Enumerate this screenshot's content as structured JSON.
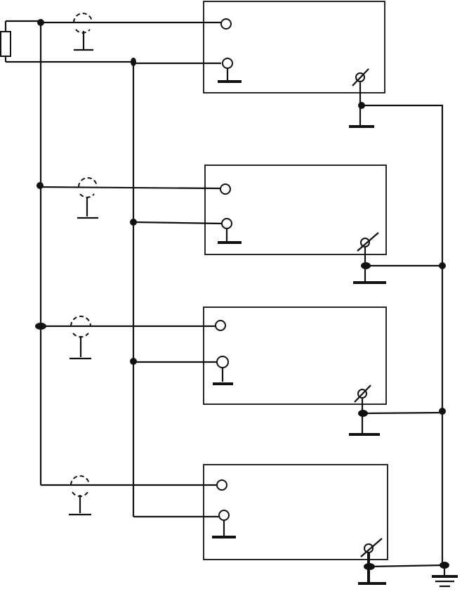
{
  "diagram": {
    "type": "circuit-schematic",
    "unit_count": 4,
    "components": [
      "resistor",
      "bus-wire-1",
      "bus-wire-2",
      "ground-wire",
      "earth-ground-symbol"
    ],
    "unit_parts": [
      "module-box",
      "top-terminal",
      "bottom-terminal-grounded",
      "switch-terminal",
      "dashed-clamp-to-ground"
    ],
    "colors": {
      "line": "#111111",
      "background": "#ffffff"
    }
  }
}
